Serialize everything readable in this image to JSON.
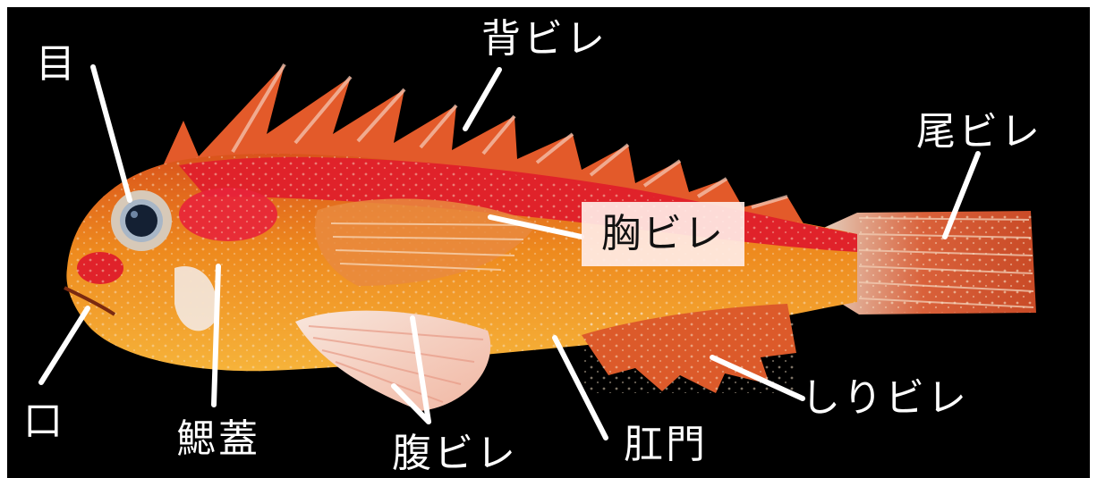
{
  "labels": {
    "eye": "目",
    "dorsal_fin": "背ビレ",
    "caudal_fin": "尾ビレ",
    "pectoral_fin": "胸ビレ",
    "mouth": "口",
    "gill_cover": "鰓蓋",
    "pelvic_fin": "腹ビレ",
    "anus": "肛門",
    "anal_fin": "しりビレ"
  },
  "colors": {
    "background": "#000000",
    "leader_line": "#ffffff",
    "label_text": "#ffffff",
    "highlight_box": "#fde8e3",
    "body_orange": "#e9781a",
    "body_red": "#e0222a",
    "belly_yellow": "#f7b52e",
    "fin_pale": "#f4d9c4"
  }
}
